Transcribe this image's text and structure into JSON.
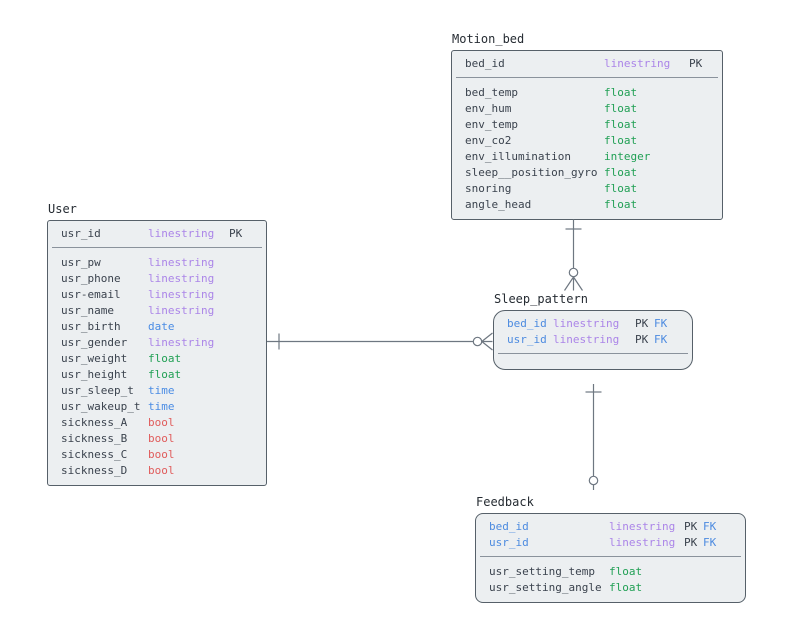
{
  "palette": {
    "background": "#ffffff",
    "entity_fill": "#eceff1",
    "entity_border": "#566069",
    "title_text": "#262c33",
    "attribute_text": "#3b434e",
    "type_string": "#ab85e8",
    "type_numeric": "#21a055",
    "type_datetime": "#4a8ce4",
    "type_bool": "#e05c5c",
    "foreign_key": "#4d8be0",
    "relationship_line": "#6e7781"
  },
  "entities": [
    {
      "title": "Motion_bed",
      "keys": [
        {
          "name": "bed_id",
          "type": "linestring",
          "pk": "PK"
        }
      ],
      "attributes": [
        {
          "name": "bed_temp",
          "type": "float"
        },
        {
          "name": "env_hum",
          "type": "float"
        },
        {
          "name": "env_temp",
          "type": "float"
        },
        {
          "name": "env_co2",
          "type": "float"
        },
        {
          "name": "env_illumination",
          "type": "integer"
        },
        {
          "name": "sleep__position_gyro",
          "type": "float"
        },
        {
          "name": "snoring",
          "type": "float"
        },
        {
          "name": "angle_head",
          "type": "float"
        }
      ]
    },
    {
      "title": "User",
      "keys": [
        {
          "name": "usr_id",
          "type": "linestring",
          "pk": "PK"
        }
      ],
      "attributes": [
        {
          "name": "usr_pw",
          "type": "linestring"
        },
        {
          "name": "usr_phone",
          "type": "linestring"
        },
        {
          "name": "usr-email",
          "type": "linestring"
        },
        {
          "name": "usr_name",
          "type": "linestring"
        },
        {
          "name": "usr_birth",
          "type": "date"
        },
        {
          "name": "usr_gender",
          "type": "linestring"
        },
        {
          "name": "usr_weight",
          "type": "float"
        },
        {
          "name": "usr_height",
          "type": "float"
        },
        {
          "name": "usr_sleep_t",
          "type": "time"
        },
        {
          "name": "usr_wakeup_t",
          "type": "time"
        },
        {
          "name": "sickness_A",
          "type": "bool"
        },
        {
          "name": "sickness_B",
          "type": "bool"
        },
        {
          "name": "sickness_C",
          "type": "bool"
        },
        {
          "name": "sickness_D",
          "type": "bool"
        }
      ]
    },
    {
      "title": "Sleep_pattern",
      "keys": [
        {
          "name": "bed_id",
          "type": "linestring",
          "pk": "PK",
          "fk": "FK"
        },
        {
          "name": "usr_id",
          "type": "linestring",
          "pk": "PK",
          "fk": "FK"
        }
      ],
      "attributes": []
    },
    {
      "title": "Feedback",
      "keys": [
        {
          "name": "bed_id",
          "type": "linestring",
          "pk": "PK",
          "fk": "FK"
        },
        {
          "name": "usr_id",
          "type": "linestring",
          "pk": "PK",
          "fk": "FK"
        }
      ],
      "attributes": [
        {
          "name": "usr_setting_temp",
          "type": "float"
        },
        {
          "name": "usr_setting_angle",
          "type": "float"
        }
      ]
    }
  ],
  "relationships": [
    {
      "from": "Motion_bed",
      "to": "Sleep_pattern",
      "from_cardinality": "exactly one",
      "to_cardinality": "zero or many"
    },
    {
      "from": "User",
      "to": "Sleep_pattern",
      "from_cardinality": "exactly one",
      "to_cardinality": "zero or many"
    },
    {
      "from": "Sleep_pattern",
      "to": "Feedback",
      "from_cardinality": "exactly one",
      "to_cardinality": "zero or one"
    }
  ]
}
